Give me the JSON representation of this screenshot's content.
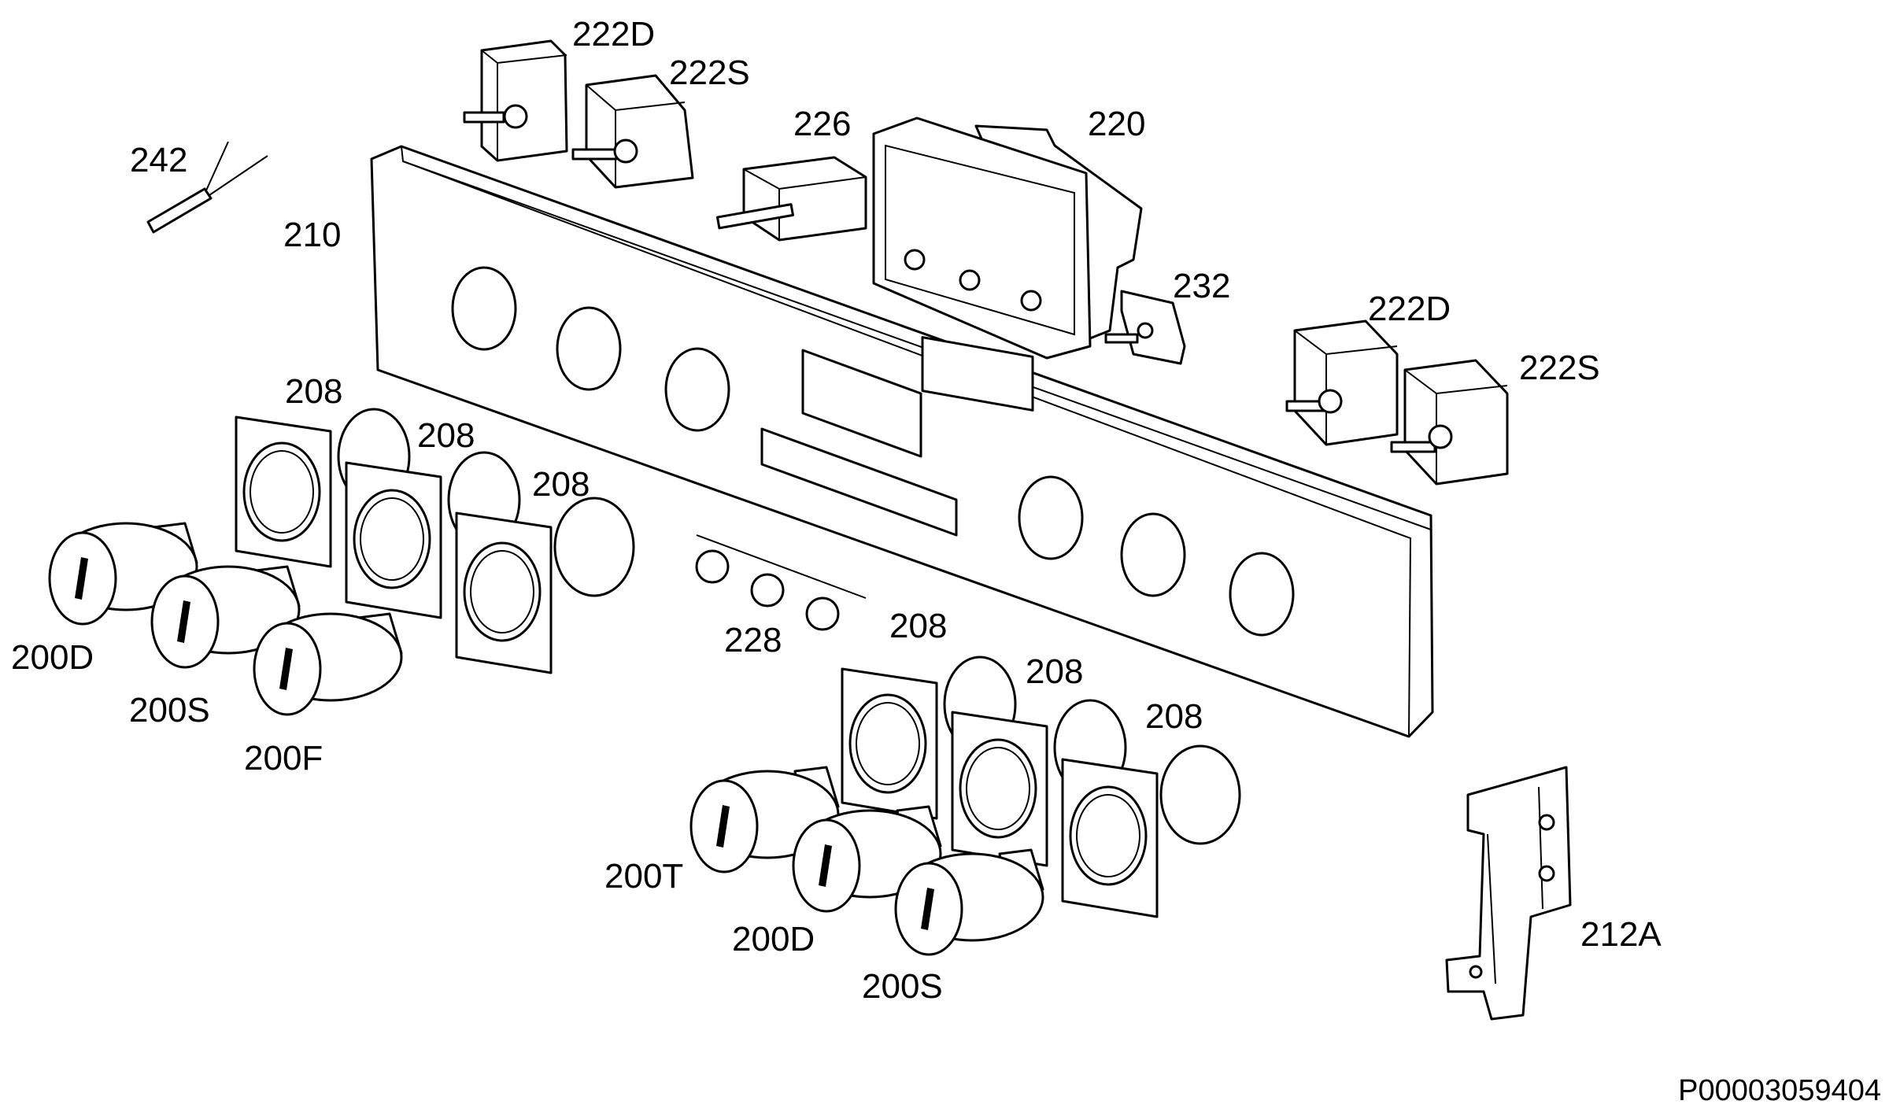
{
  "diagram": {
    "reference_code": "P00003059404",
    "labels": {
      "switch_222d_top": "222D",
      "switch_222s_top": "222S",
      "selector_226": "226",
      "timer_220": "220",
      "sensor_242": "242",
      "panel_210": "210",
      "connector_232": "232",
      "switch_222d_right": "222D",
      "switch_222s_right": "222S",
      "bezel_208_left_1": "208",
      "bezel_208_left_2": "208",
      "bezel_208_left_3": "208",
      "bezel_208_right_1": "208",
      "bezel_208_right_2": "208",
      "bezel_208_right_3": "208",
      "buttons_228": "228",
      "knob_200d_left": "200D",
      "knob_200s_left": "200S",
      "knob_200f": "200F",
      "knob_200t": "200T",
      "knob_200d_right": "200D",
      "knob_200s_right": "200S",
      "bracket_212a": "212A"
    }
  }
}
